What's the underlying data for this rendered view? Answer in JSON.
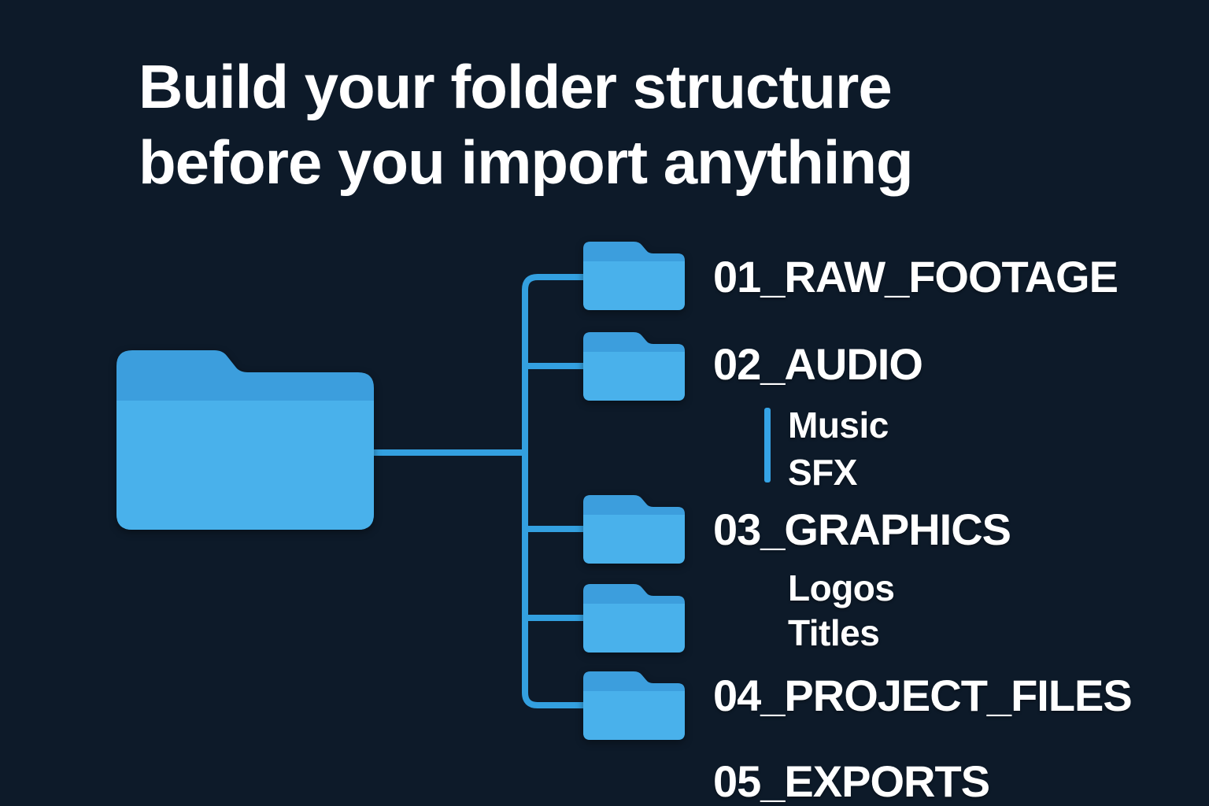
{
  "title": {
    "line1": "Build your folder structure",
    "line2": "before you import anything"
  },
  "tree": {
    "root": {
      "icon": "folder"
    },
    "children": [
      {
        "label": "01_RAW_FOOTAGE",
        "icon": "folder",
        "subitems": []
      },
      {
        "label": "02_AUDIO",
        "icon": "folder",
        "subitems": [
          {
            "label": "Music"
          },
          {
            "label": "SFX"
          }
        ]
      },
      {
        "label": "03_GRAPHICS",
        "icon": "folder",
        "subitems": [
          {
            "label": "Logos"
          },
          {
            "label": "Titles"
          }
        ]
      },
      {
        "label": "04_PROJECT_FILES",
        "icon": "folder",
        "subitems": []
      },
      {
        "label": "05_EXPORTS",
        "icon": "folder",
        "subitems": []
      }
    ]
  },
  "colors": {
    "background": "#0d1a29",
    "folder_body": "#49b1eb",
    "folder_tab": "#3c9edd",
    "connector_line": "#33a0e0",
    "accent_bar": "#35a3e5",
    "text": "#ffffff"
  }
}
